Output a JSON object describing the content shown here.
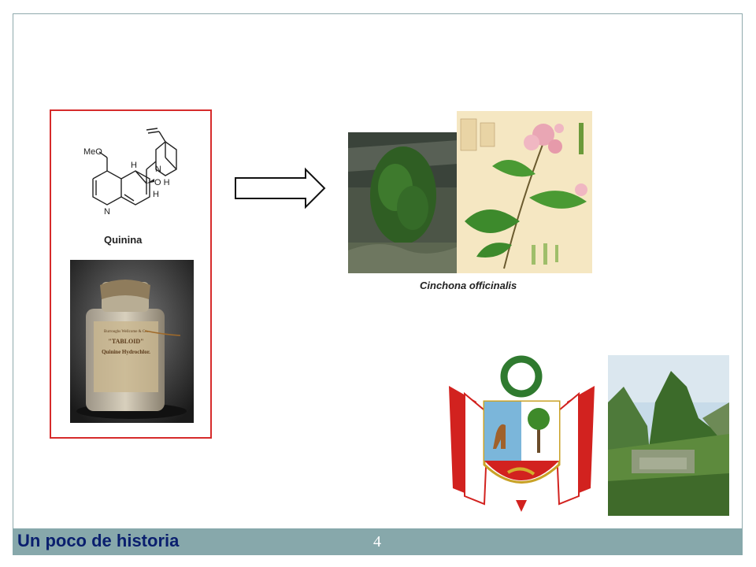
{
  "footer": {
    "title": "Un poco de historia",
    "page_number": "4"
  },
  "molecule": {
    "name_label": "Quinina",
    "atom_labels": {
      "methoxy": "MeO",
      "nitrogen_bridge": "N",
      "hydrogen_top": "H",
      "hydroxyl": "O H",
      "hydrogen_bottom": "H",
      "nitrogen_ring": "N"
    }
  },
  "bottle": {
    "label_line1": "Burroughs Wellcome & Co.",
    "label_line2": "\"TABLOID\"",
    "label_line3": "Quinine Hydrochlor."
  },
  "plant": {
    "species_label": "Cinchona officinalis"
  },
  "colors": {
    "footer_bar": "#87a8ab",
    "footer_title": "#0a1f6e",
    "box_border": "#d62b2b",
    "frame_border": "#8fa9ad"
  }
}
